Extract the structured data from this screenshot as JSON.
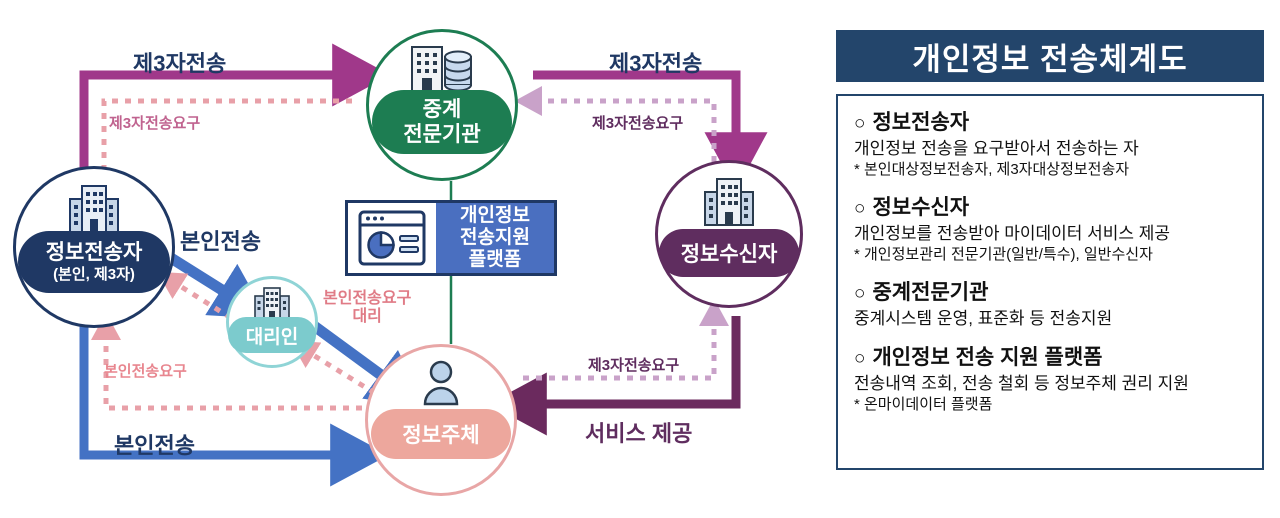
{
  "panel": {
    "title": "개인정보 전송체계도",
    "bullet": "○",
    "items": [
      {
        "head": "정보전송자",
        "desc": "개인정보 전송을 요구받아서 전송하는 자",
        "note": "* 본인대상정보전송자, 제3자대상정보전송자"
      },
      {
        "head": "정보수신자",
        "desc": "개인정보를 전송받아 마이데이터 서비스 제공",
        "note": "* 개인정보관리 전문기관(일반/특수), 일반수신자"
      },
      {
        "head": "중계전문기관",
        "desc": "중계시스템 운영, 표준화 등 전송지원",
        "note": ""
      },
      {
        "head": "개인정보 전송 지원 플랫폼",
        "desc": "전송내역 조회, 전송 철회 등 정보주체 권리 지원",
        "note": "* 온마이데이터 플랫폼"
      }
    ]
  },
  "nodes": {
    "sender": {
      "label": "정보전송자",
      "sublabel": "(본인, 제3자)",
      "icon": "building-icon",
      "color": "#1f3864"
    },
    "broker": {
      "label_line1": "중계",
      "label_line2": "전문기관",
      "icon": "building-database-icon",
      "color": "#1d7d52"
    },
    "receiver": {
      "label": "정보수신자",
      "icon": "building-icon",
      "color": "#5f2d5f"
    },
    "subject": {
      "label": "정보주체",
      "icon": "person-icon",
      "color": "#eda79d"
    },
    "agent": {
      "label": "대리인",
      "icon": "building-icon",
      "color": "#7ccbcd"
    }
  },
  "platform": {
    "line1": "개인정보",
    "line2": "전송지원",
    "line3": "플랫폼",
    "icon": "dashboard-chart-icon",
    "color": "#4a6fc0"
  },
  "edges": {
    "third_party_transfer_left": "제3자전송",
    "third_party_transfer_right": "제3자전송",
    "third_party_request_left": "제3자전송요구",
    "third_party_request_right": "제3자전송요구",
    "third_party_request_bottom": "제3자전송요구",
    "service_provision": "서비스 제공",
    "self_transfer_bottom": "본인전송",
    "self_transfer_request_bottom": "본인전송요구",
    "self_transfer_diagonal": "본인전송",
    "agent_request_line1": "본인전송요구",
    "agent_request_line2": "대리"
  },
  "colors": {
    "navy": "#1f3864",
    "header_navy": "#23456b",
    "green": "#1d7d52",
    "purple": "#5f2d5f",
    "magenta": "#a0388a",
    "plum": "#6b2a5e",
    "blue": "#4472c4",
    "pink_dotted": "#e8a0a8",
    "pink_dotted_violet": "#c9a2c9",
    "salmon": "#eda79d",
    "teal": "#7ccbcd"
  }
}
